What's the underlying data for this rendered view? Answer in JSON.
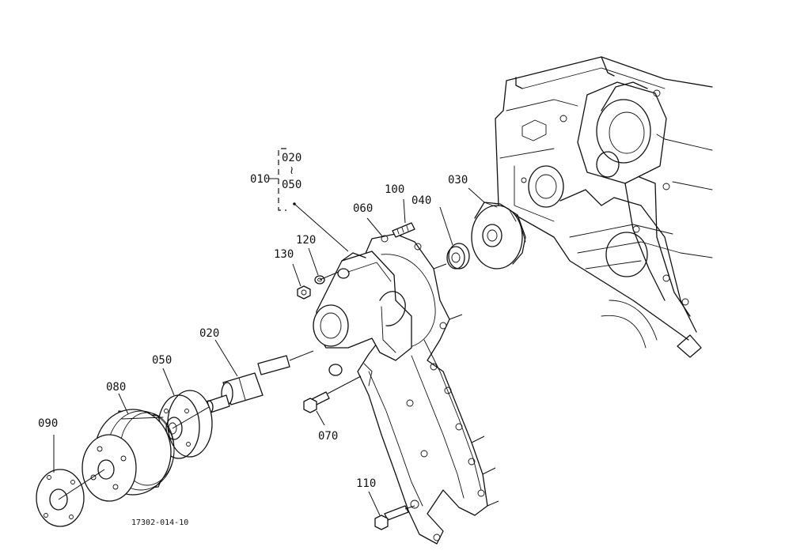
{
  "callouts": {
    "c010": "010",
    "c020_top": "020",
    "range_sep": "≀",
    "c050_top": "050",
    "c100": "100",
    "c040": "040",
    "c030": "030",
    "c060": "060",
    "c120": "120",
    "c130": "130",
    "c020": "020",
    "c050": "050",
    "c080": "080",
    "c090": "090",
    "c070": "070",
    "c110": "110"
  },
  "reference_code": "17302-014-10"
}
